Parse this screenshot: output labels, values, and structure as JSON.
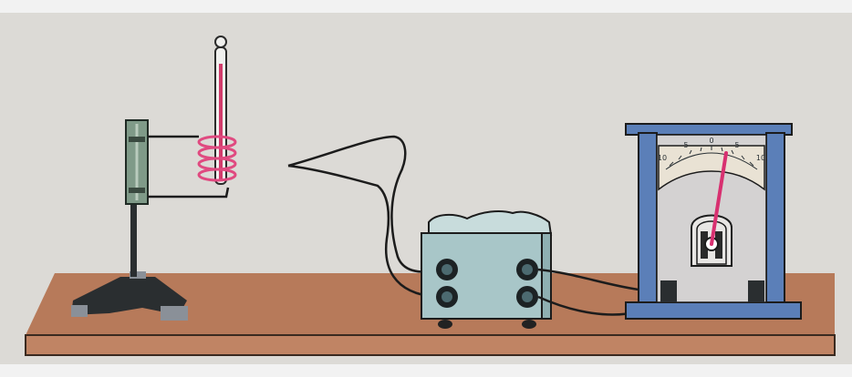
{
  "figure": {
    "meter_scale": {
      "ticks": [
        "10",
        "5",
        "0",
        "5",
        "10"
      ]
    },
    "colors": {
      "paper": "#dcdad6",
      "table_top": "#b77a5a",
      "table_edge": "#8a5638",
      "stand_green": "#7f9a88",
      "coil_red": "#e04a80",
      "tube_red": "#d23c6c",
      "amplifier_body": "#a8c6c8",
      "meter_frame": "#5b7fb8",
      "meter_needle": "#d83070",
      "wire": "#1c1c1c"
    }
  }
}
